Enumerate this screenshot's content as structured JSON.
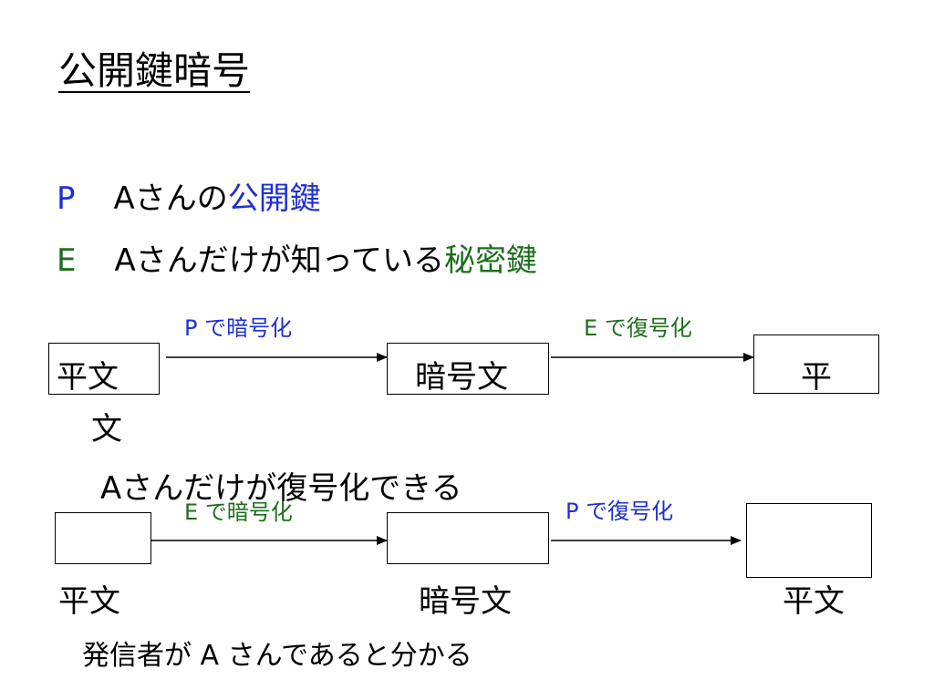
{
  "title": "公開鍵暗号",
  "bullets": [
    {
      "letter": "P",
      "text": "Aさんの",
      "key": "公開鍵"
    },
    {
      "letter": "E",
      "text": "Aさんだけが知っている",
      "key": "秘密鍵"
    }
  ],
  "colors": {
    "blue": "#1f2fd0",
    "green": "#1b6f1b"
  },
  "top_flow": {
    "step1_label": "P で暗号化",
    "step2_label": "E で復号化",
    "box1_text": "平文",
    "box1_wrap": "文",
    "box2_text": "暗号文",
    "box3_text": "平",
    "caption": "Aさんだけが復号化できる"
  },
  "bottom_flow": {
    "step1_label": "E で暗号化",
    "step2_label": "P で復号化",
    "box1_text": "平文",
    "box2_text": "暗号文",
    "box3_text": "平文",
    "caption": "発信者が A さんであると分かる"
  }
}
